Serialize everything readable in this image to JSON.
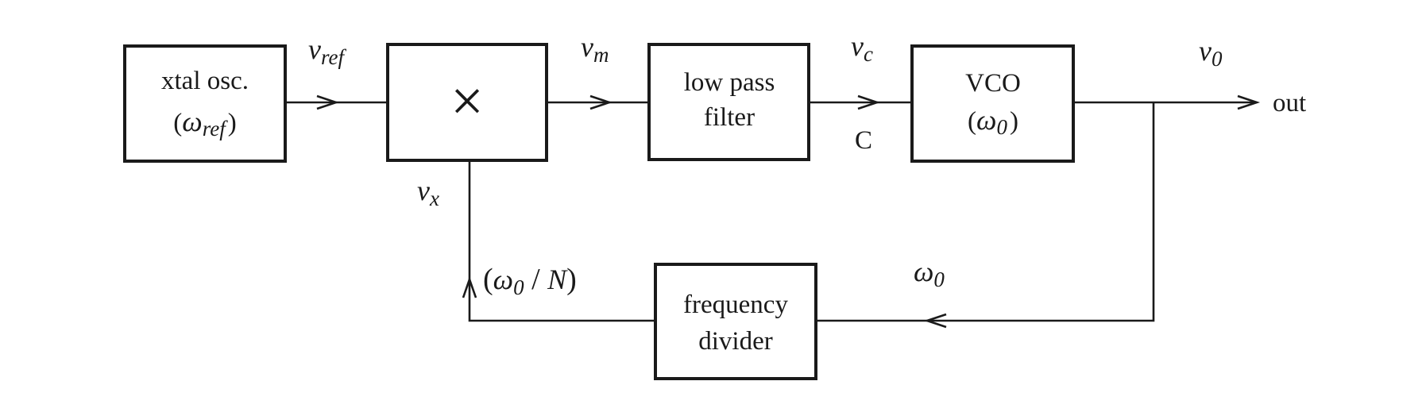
{
  "blocks": {
    "xtal": {
      "line1": "xtal osc.",
      "line2_open": "(",
      "line2_sym": "ω",
      "line2_sub": "ref",
      "line2_close": ")"
    },
    "mixer": {
      "symbol": "×"
    },
    "lpf": {
      "line1": "low pass",
      "line2": "filter"
    },
    "vco": {
      "line1": "VCO",
      "line2_open": "(",
      "line2_sym": "ω",
      "line2_sub": "0",
      "line2_close": ")"
    },
    "divider": {
      "line1": "frequency",
      "line2": "divider"
    }
  },
  "signals": {
    "v_ref": {
      "sym": "v",
      "sub": "ref"
    },
    "v_m": {
      "sym": "v",
      "sub": "m"
    },
    "v_c": {
      "sym": "v",
      "sub": "c"
    },
    "v_0": {
      "sym": "v",
      "sub": "0"
    },
    "v_x": {
      "sym": "v",
      "sub": "x"
    },
    "node_c": "C",
    "out": "out",
    "omega_0": {
      "sym": "ω",
      "sub": "0"
    },
    "feedback": {
      "open": "(",
      "sym": "ω",
      "sub": "0",
      "div": " / ",
      "n": "N",
      "close": ")"
    }
  }
}
